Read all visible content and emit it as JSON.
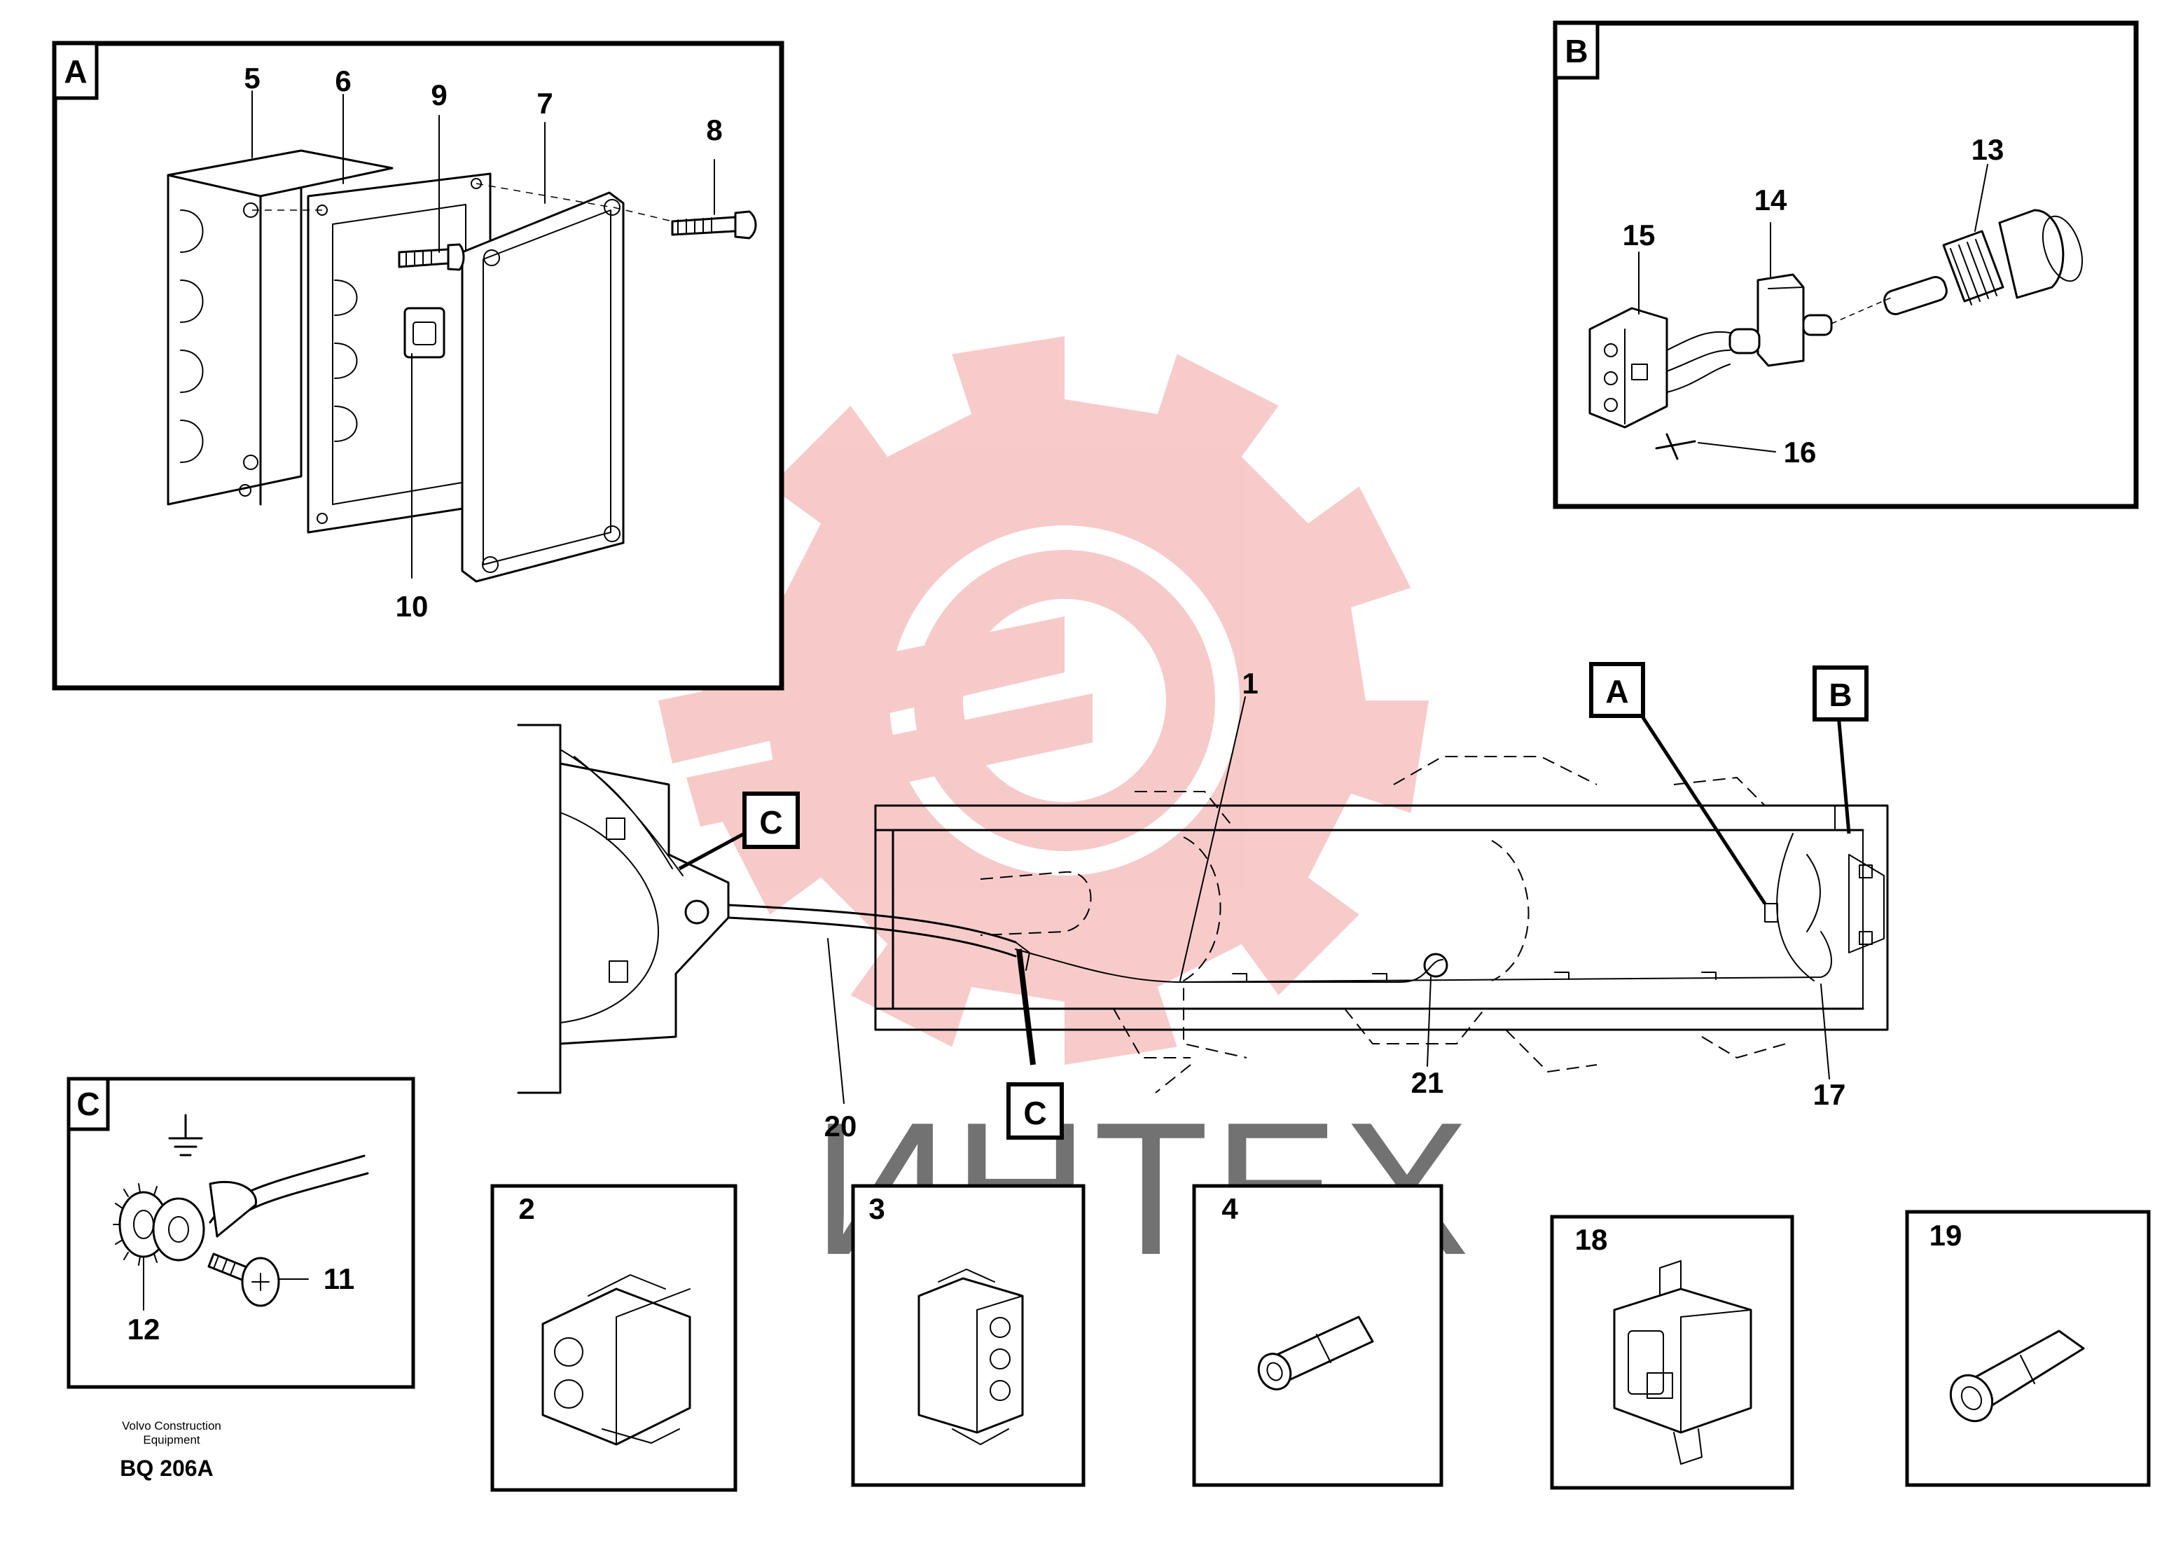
{
  "watermark": {
    "text": "ИНТЕХ",
    "gear_color": "#f2a0a0"
  },
  "panels": {
    "A": "A",
    "B": "B",
    "C": "C"
  },
  "main_view": {
    "pointer_A": "A",
    "pointer_B": "B",
    "pointer_C_top": "C",
    "pointer_C_bottom": "C"
  },
  "callouts": {
    "p1": "1",
    "p2": "2",
    "p3": "3",
    "p4": "4",
    "p5": "5",
    "p6": "6",
    "p7": "7",
    "p8": "8",
    "p9": "9",
    "p10": "10",
    "p11": "11",
    "p12": "12",
    "p13": "13",
    "p14": "14",
    "p15": "15",
    "p16": "16",
    "p17": "17",
    "p18": "18",
    "p19": "19",
    "p20": "20",
    "p21": "21"
  },
  "footer": {
    "company_line1": "Volvo Construction",
    "company_line2": "Equipment",
    "code": "BQ 206A"
  }
}
